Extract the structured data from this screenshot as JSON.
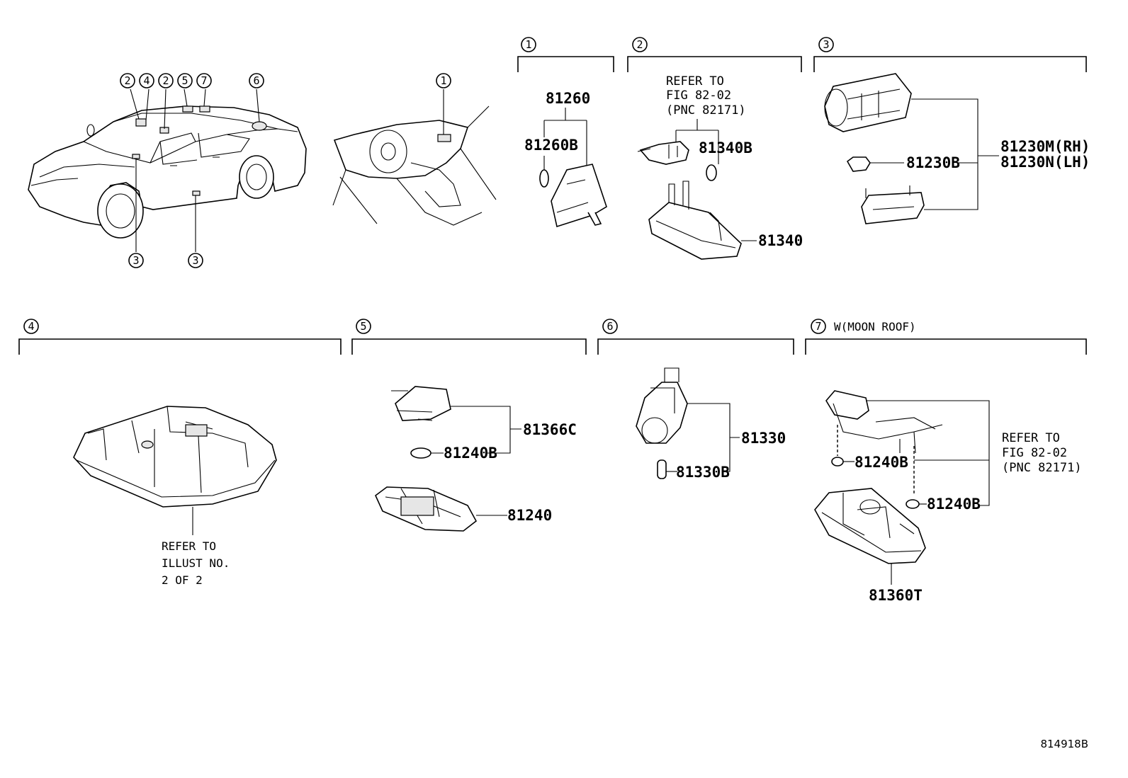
{
  "overview": {
    "car_callouts": [
      "2",
      "4",
      "2",
      "5",
      "7",
      "6",
      "3",
      "3"
    ],
    "dash_callout": "1"
  },
  "groups": [
    {
      "id": "1",
      "parts": [
        "81260",
        "81260B"
      ]
    },
    {
      "id": "2",
      "note_lines": [
        "REFER TO",
        "FIG 82-02",
        "(PNC 82171)"
      ],
      "parts": [
        "81340B",
        "81340"
      ]
    },
    {
      "id": "3",
      "parts": [
        "81230M(RH)",
        "81230N(LH)",
        "81230B"
      ]
    },
    {
      "id": "4",
      "note_lines": [
        "REFER TO",
        "ILLUST NO.",
        "2 OF 2"
      ]
    },
    {
      "id": "5",
      "parts": [
        "81366C",
        "81240B",
        "81240"
      ]
    },
    {
      "id": "6",
      "parts": [
        "81330",
        "81330B"
      ]
    },
    {
      "id": "7",
      "condition": "W(MOON ROOF)",
      "note_lines": [
        "REFER TO",
        "FIG 82-02",
        "(PNC 82171)"
      ],
      "parts": [
        "81240B",
        "81240B",
        "81360T"
      ]
    }
  ],
  "figure_id": "814918B"
}
